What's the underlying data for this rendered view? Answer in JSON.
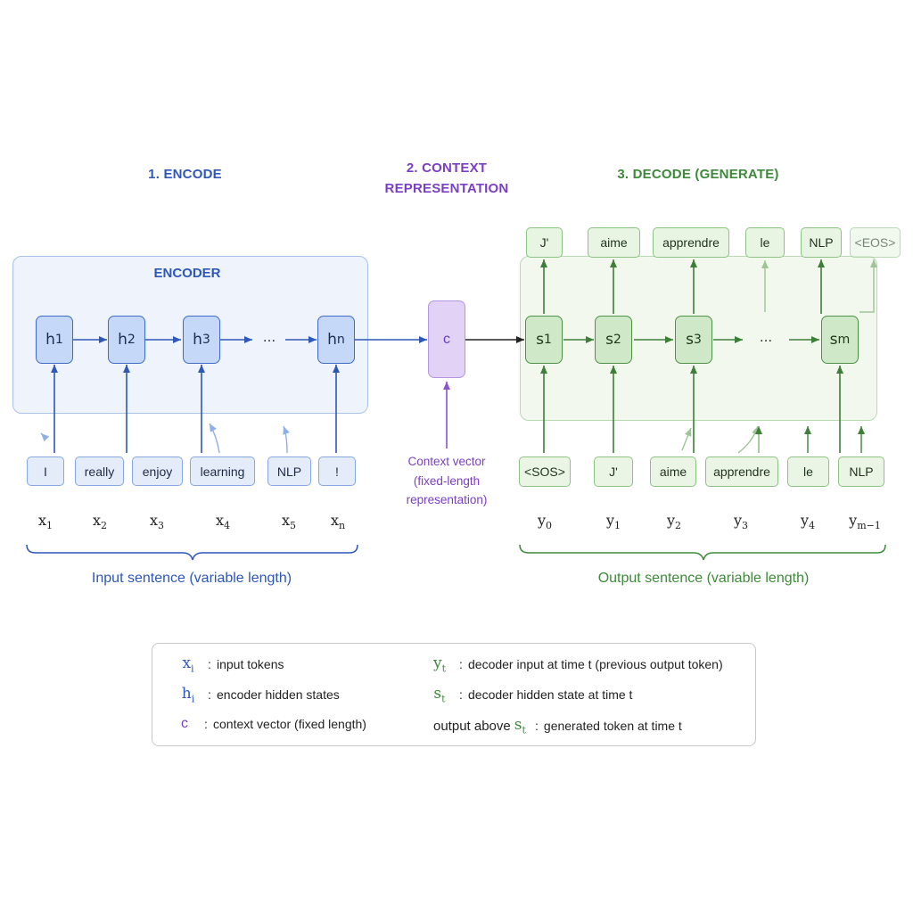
{
  "headings": {
    "encode": "1. ENCODE",
    "context_line1": "2. CONTEXT",
    "context_line2": "REPRESENTATION",
    "decode": "3. DECODE (GENERATE)"
  },
  "encoder": {
    "title": "ENCODER",
    "states": [
      {
        "base": "h",
        "sub": "1"
      },
      {
        "base": "h",
        "sub": "2"
      },
      {
        "base": "h",
        "sub": "3"
      },
      {
        "base": "h",
        "sub": "n"
      }
    ],
    "ellipsis": "...",
    "input_tokens": [
      "I",
      "really",
      "enjoy",
      "learning",
      "NLP",
      "!"
    ],
    "input_vars": [
      {
        "base": "x",
        "sub": "1"
      },
      {
        "base": "x",
        "sub": "2"
      },
      {
        "base": "x",
        "sub": "3"
      },
      {
        "base": "x",
        "sub": "4"
      },
      {
        "base": "x",
        "sub": "5"
      },
      {
        "base": "x",
        "sub": "n"
      }
    ]
  },
  "context": {
    "symbol": "c",
    "label_line1": "Context vector",
    "label_line2": "(fixed-length",
    "label_line3": "representation)"
  },
  "decoder": {
    "states": [
      {
        "base": "s",
        "sub": "1"
      },
      {
        "base": "s",
        "sub": "2"
      },
      {
        "base": "s",
        "sub": "3"
      },
      {
        "base": "s",
        "sub": "m"
      }
    ],
    "ellipsis": "...",
    "input_tokens": [
      "<SOS>",
      "J'",
      "aime",
      "apprendre",
      "le",
      "NLP"
    ],
    "output_tokens": [
      "J'",
      "aime",
      "apprendre",
      "le",
      "NLP",
      "<EOS>"
    ],
    "output_vars": [
      {
        "base": "y",
        "sub": "0"
      },
      {
        "base": "y",
        "sub": "1"
      },
      {
        "base": "y",
        "sub": "2"
      },
      {
        "base": "y",
        "sub": "3"
      },
      {
        "base": "y",
        "sub": "4"
      },
      {
        "base": "y",
        "sub": "m−1"
      }
    ]
  },
  "captions": {
    "input": "Input sentence (variable length)",
    "output": "Output sentence (variable length)"
  },
  "legend": {
    "x_base": "x",
    "x_sub": "i",
    "x_desc": "input tokens",
    "h_base": "h",
    "h_sub": "i",
    "h_desc": "encoder hidden states",
    "c_sym": "c",
    "c_desc": "context vector (fixed length)",
    "y_base": "y",
    "y_sub": "t",
    "y_desc": "decoder input at time t (previous output token)",
    "s_base": "s",
    "s_sub": "t",
    "s_desc": "decoder hidden state at time t",
    "out_prefix": "output above",
    "out_base": "s",
    "out_sub": "t",
    "out_desc": "generated token at time t",
    "colon": ":"
  },
  "colors": {
    "encoder_blue": "#2e57b8",
    "context_purple": "#7b3fc4",
    "decoder_green": "#3e8a3a"
  }
}
